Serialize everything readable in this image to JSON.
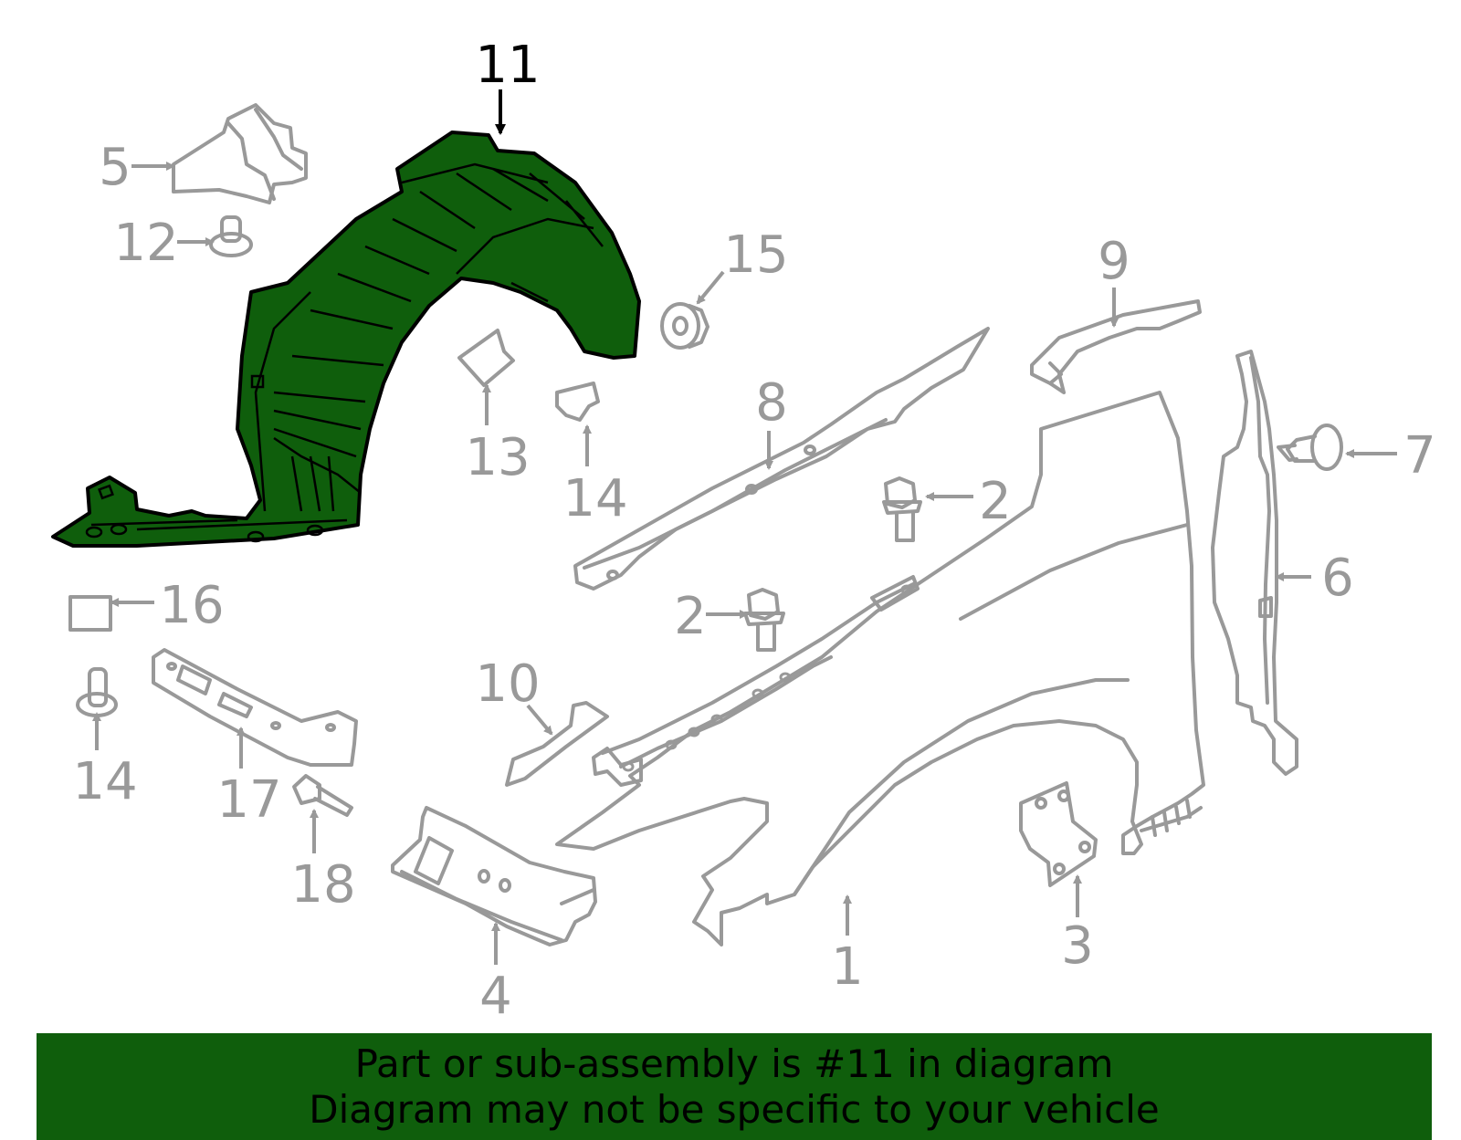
{
  "diagram": {
    "highlighted_part": "11",
    "callouts": {
      "c11": "11",
      "c5": "5",
      "c12": "12",
      "c15": "15",
      "c9": "9",
      "c8": "8",
      "c13": "13",
      "c14a": "14",
      "c7": "7",
      "c2a": "2",
      "c6": "6",
      "c16": "16",
      "c2b": "2",
      "c10": "10",
      "c14b": "14",
      "c17": "17",
      "c18": "18",
      "c4": "4",
      "c1": "1",
      "c3": "3"
    },
    "colors": {
      "highlight_fill": "#0f5e0c",
      "banner_bg": "#0f5e0c",
      "part_stroke": "#999999",
      "highlight_stroke": "#000000"
    }
  },
  "banner": {
    "line1": "Part or sub-assembly is #11 in diagram",
    "line2": "Diagram may not be specific to your vehicle"
  }
}
